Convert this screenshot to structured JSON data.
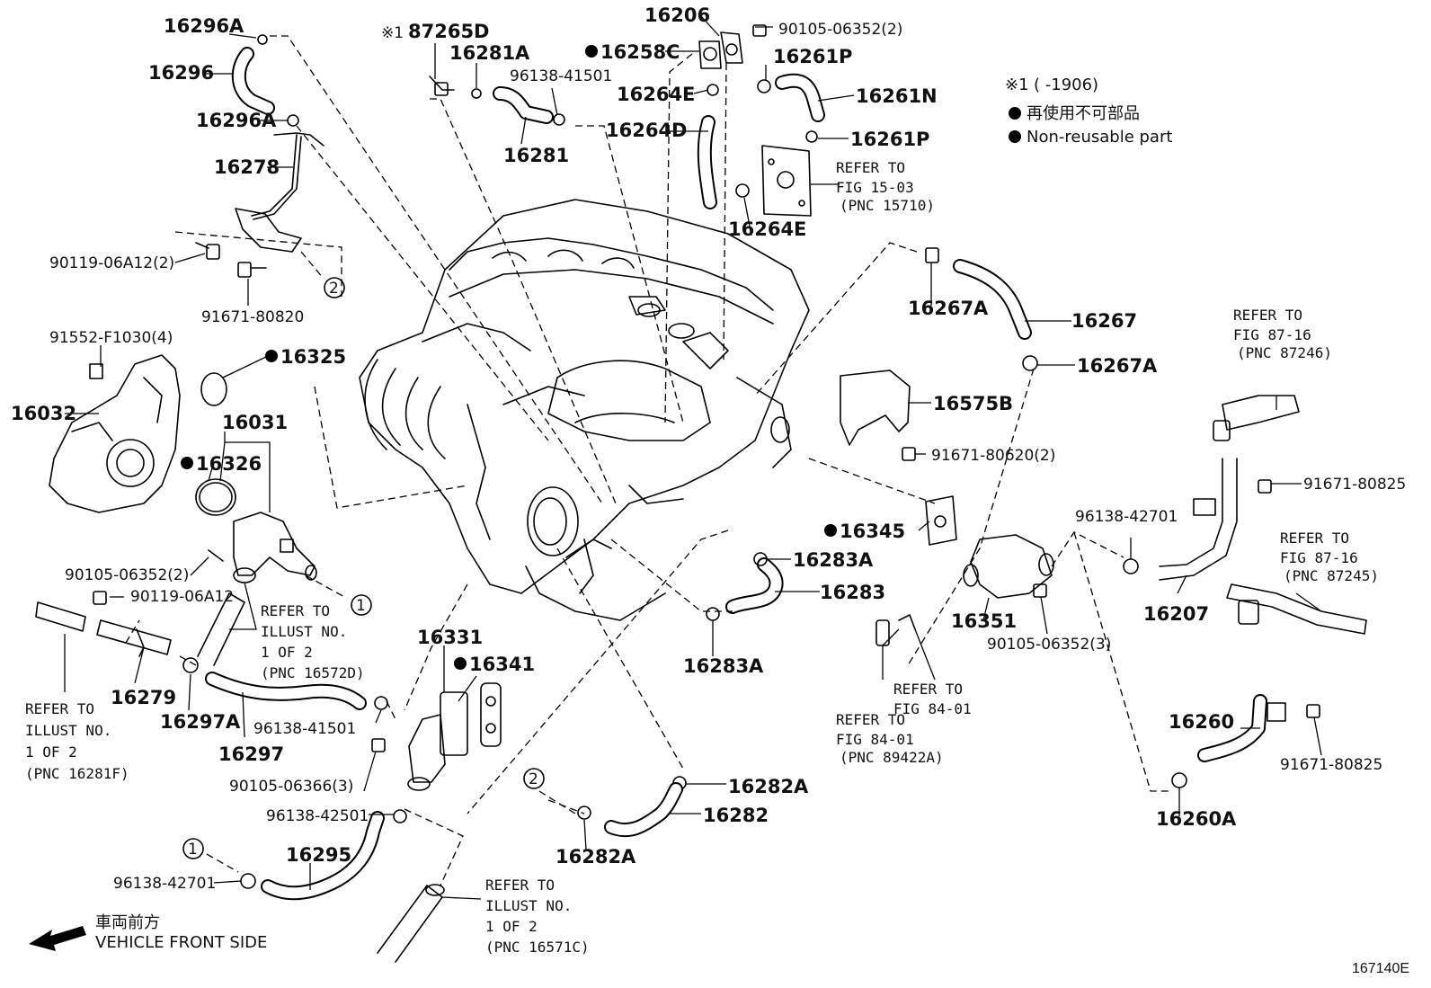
{
  "labels": {
    "l16296A_top": "16296A",
    "l16296": "16296",
    "l16296A_mid": "16296A",
    "l16278": "16278",
    "l90119_06A12_2": "90119-06A12(2)",
    "l91671_80820": "91671-80820",
    "l91552_F1030": "91552-F1030(4)",
    "l16032": "16032",
    "l16325": "16325",
    "l16031": "16031",
    "l16326": "16326",
    "l90105_06352_2_left": "90105-06352(2)",
    "l90119_06A12": "90119-06A12",
    "l16279": "16279",
    "l16297A": "16297A",
    "l16297": "16297",
    "l96138_41501_low": "96138-41501",
    "l90105_06366": "90105-06366(3)",
    "l96138_42501": "96138-42501",
    "l16295": "16295",
    "l96138_42701_low": "96138-42701",
    "l16331": "16331",
    "l16341": "16341",
    "l87265D": "87265D",
    "l16281A": "16281A",
    "l96138_41501_top": "96138-41501",
    "l16281": "16281",
    "l16206": "16206",
    "l90105_06352_2_top": "90105-06352(2)",
    "l16258C": "16258C",
    "l16261P_top": "16261P",
    "l16264E_top": "16264E",
    "l16261N": "16261N",
    "l16264D": "16264D",
    "l16261P_mid": "16261P",
    "l16264E_low": "16264E",
    "l16267A_top": "16267A",
    "l16267": "16267",
    "l16267A_low": "16267A",
    "l16575B": "16575B",
    "l91671_80620": "91671-80620(2)",
    "l16345": "16345",
    "l16283A_top": "16283A",
    "l16283": "16283",
    "l16283A_low": "16283A",
    "l16351": "16351",
    "l90105_06352_3": "90105-06352(3)",
    "l96138_42701_right": "96138-42701",
    "l16207": "16207",
    "l91671_80825_top": "91671-80825",
    "l16260": "16260",
    "l91671_80825_low": "91671-80825",
    "l16260A": "16260A",
    "l16282A_top": "16282A",
    "l16282": "16282",
    "l16282A_low": "16282A",
    "c1_a": "1",
    "c1_b": "1",
    "c2_a": "2",
    "c2_b": "2"
  },
  "refs": {
    "fig15_03": [
      "REFER TO",
      "FIG 15-03",
      "(PNC 15710)"
    ],
    "fig87_16_top": [
      "REFER TO",
      "FIG 87-16",
      "(PNC 87246)"
    ],
    "fig87_16_low": [
      "REFER TO",
      "FIG 87-16",
      "(PNC 87245)"
    ],
    "fig84_01_a": [
      "REFER TO",
      "FIG 84-01"
    ],
    "fig84_01_b": [
      "REFER TO",
      "FIG 84-01",
      "(PNC 89422A)"
    ],
    "illust_16572D": [
      "REFER TO",
      "ILLUST NO.",
      "1 OF 2",
      "(PNC 16572D)"
    ],
    "illust_16281F": [
      "REFER TO",
      "ILLUST NO.",
      "1 OF 2",
      "(PNC 16281F)"
    ],
    "illust_16571C": [
      "REFER TO",
      "ILLUST NO.",
      "1 OF 2",
      "(PNC 16571C)"
    ]
  },
  "legend": {
    "note1_mark": "※1",
    "note1_range": "(      -1906)",
    "non_reusable_jp": "再使用不可部品",
    "non_reusable_en": "Non-reusable part"
  },
  "note_mark_87265D": "※1",
  "vehicle_front_jp": "車両前方",
  "vehicle_front_en": "VEHICLE FRONT SIDE",
  "figure_code": "167140E"
}
